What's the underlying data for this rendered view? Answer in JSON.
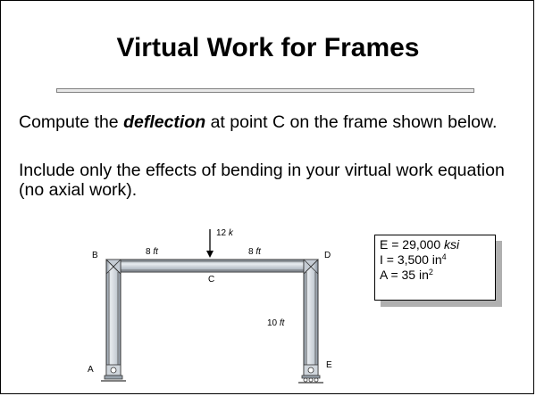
{
  "slide": {
    "title": "Virtual Work for Frames",
    "paragraph1": {
      "pre": "Compute the ",
      "emphasis": "deflection",
      "post": " at point C on the frame shown below."
    },
    "paragraph2": "Include only the effects of bending in your virtual work equation (no axial work)."
  },
  "figure": {
    "load": {
      "value": "12",
      "unit": "k"
    },
    "span_left": {
      "value": "8",
      "unit": "ft"
    },
    "span_right": {
      "value": "8",
      "unit": "ft"
    },
    "height": {
      "value": "10",
      "unit": "ft"
    },
    "points": {
      "A": "A",
      "B": "B",
      "C": "C",
      "D": "D",
      "E": "E"
    }
  },
  "properties": {
    "E": {
      "pre": "E = 29,000 ",
      "unit": "ksi"
    },
    "I": {
      "pre": "I = 3,500 in",
      "exp": "4"
    },
    "A": {
      "pre": "A = 35 in",
      "exp": "2"
    }
  }
}
